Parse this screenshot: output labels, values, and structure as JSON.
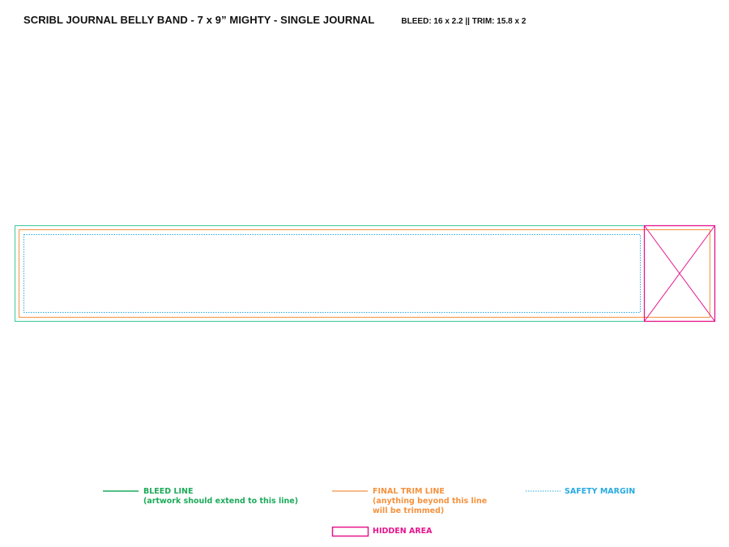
{
  "header": {
    "title": "SCRIBL JOURNAL BELLY BAND - 7 x 9” MIGHTY - SINGLE JOURNAL",
    "dimensions": "BLEED: 16 x 2.2 || TRIM: 15.8 x 2"
  },
  "legend": {
    "bleed": {
      "label": "BLEED LINE",
      "note": "(artwork should extend to this line)",
      "color": "#1daa5a"
    },
    "trim": {
      "label": "FINAL TRIM LINE",
      "note_line1": "(anything beyond this line",
      "note_line2": "will be trimmed)",
      "color": "#f5923e"
    },
    "safety": {
      "label": "SAFETY MARGIN",
      "color": "#29abe2"
    },
    "hidden": {
      "label": "HIDDEN AREA",
      "color": "#e6158c"
    }
  }
}
